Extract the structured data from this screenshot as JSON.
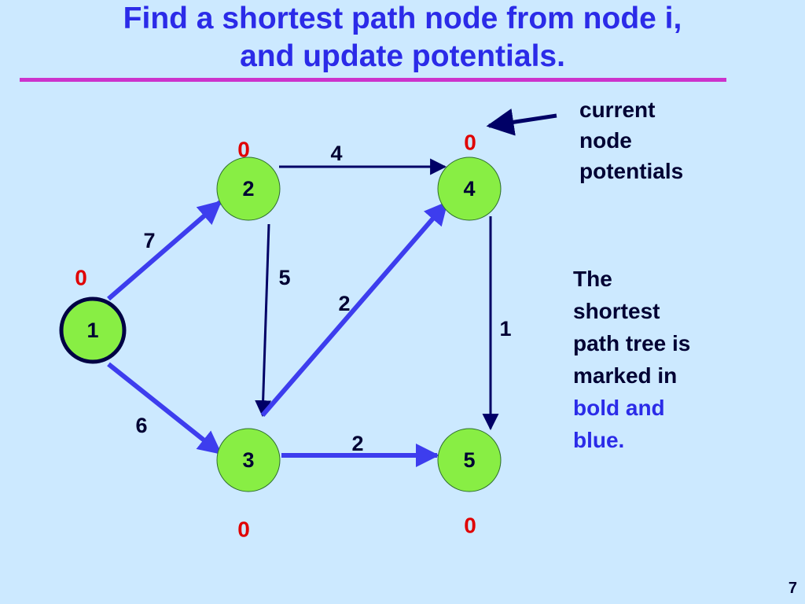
{
  "title": {
    "line1": "Find a shortest path node from node i,",
    "line2": "and  update potentials."
  },
  "colors": {
    "title": "#2b2be8",
    "rule": "#cc33cc",
    "node_fill": "#88ee44",
    "tree_edge": "#3d3dee",
    "plain_edge": "#000066",
    "potential": "#e00000",
    "background": "#cce9ff"
  },
  "graph": {
    "nodes": [
      {
        "id": "1",
        "label": "1",
        "potential": "0",
        "current": true
      },
      {
        "id": "2",
        "label": "2",
        "potential": "0"
      },
      {
        "id": "3",
        "label": "3",
        "potential": "0"
      },
      {
        "id": "4",
        "label": "4",
        "potential": "0"
      },
      {
        "id": "5",
        "label": "5",
        "potential": "0"
      }
    ],
    "edges": [
      {
        "from": "1",
        "to": "2",
        "weight": "7",
        "tree": true
      },
      {
        "from": "1",
        "to": "3",
        "weight": "6",
        "tree": true
      },
      {
        "from": "2",
        "to": "4",
        "weight": "4",
        "tree": false
      },
      {
        "from": "2",
        "to": "3",
        "weight": "5",
        "tree": false
      },
      {
        "from": "3",
        "to": "4",
        "weight": "2",
        "tree": true
      },
      {
        "from": "3",
        "to": "5",
        "weight": "2",
        "tree": true
      },
      {
        "from": "4",
        "to": "5",
        "weight": "1",
        "tree": false
      }
    ]
  },
  "annotation": {
    "line1": "current",
    "line2": "node",
    "line3": "potentials"
  },
  "note": {
    "line1": "The",
    "line2": "shortest",
    "line3": "path tree is",
    "line4": "marked in",
    "line5": "bold and",
    "line6": "blue."
  },
  "page_number": "7"
}
